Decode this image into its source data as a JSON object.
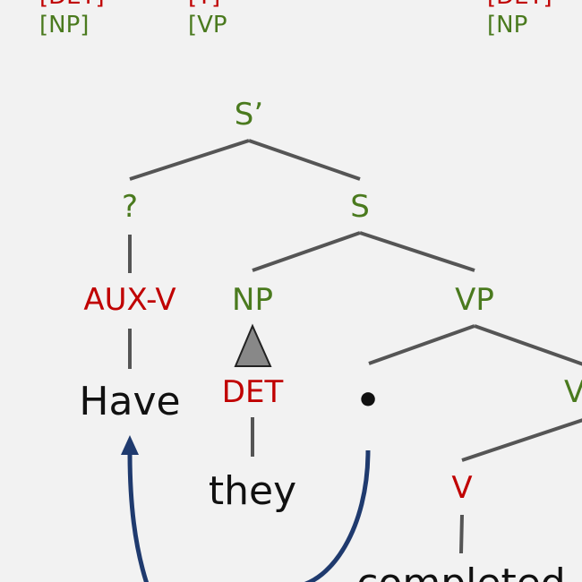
{
  "top_row": {
    "partial": [
      "[DET]",
      "[T]",
      "[DET]"
    ],
    "labels": [
      "[NP]",
      "[VP",
      "[NP"
    ]
  },
  "nodes": {
    "s_bar": "S’",
    "unknown": "?",
    "s": "S",
    "aux_v": "AUX-V",
    "np": "NP",
    "vp": "VP",
    "v_partial": "V",
    "det": "DET",
    "v": "V"
  },
  "words": {
    "have": "Have",
    "they": "they",
    "completed": "completed"
  },
  "trace": "•",
  "colors": {
    "category": "#4a7a1e",
    "head": "#c00000",
    "word": "#111111",
    "edge": "#555555",
    "arrow": "#1f3a6e"
  }
}
